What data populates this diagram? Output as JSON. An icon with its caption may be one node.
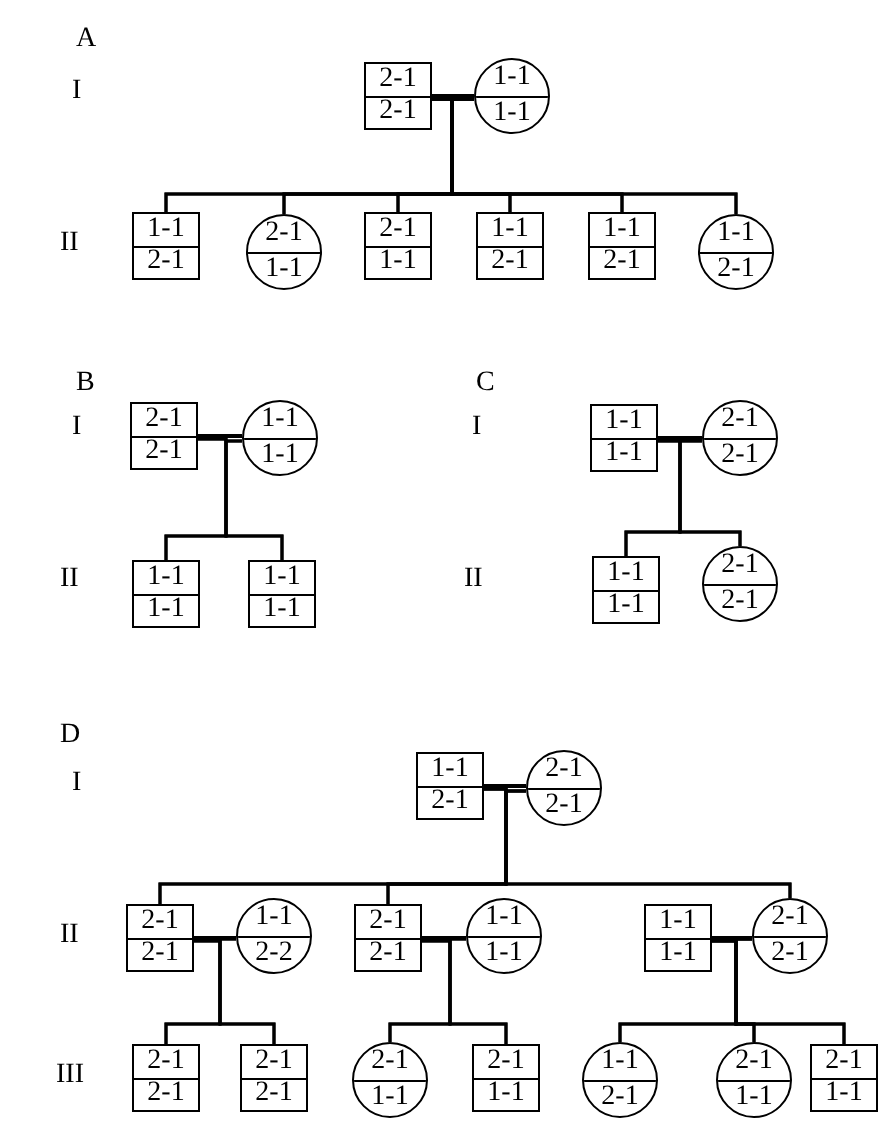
{
  "diagram": {
    "nodes": [
      {
        "text": [
          "2-1",
          "2-1"
        ]
      },
      {
        "text": [
          "1-1",
          "1-1"
        ]
      },
      {
        "text": [
          "1-1",
          "2-1"
        ]
      },
      {
        "text": [
          "2-1",
          "1-1"
        ]
      },
      {
        "text": [
          "2-1",
          "1-1"
        ]
      },
      {
        "text": [
          "1-1",
          "2-1"
        ]
      },
      {
        "text": [
          "1-1",
          "2-1"
        ]
      },
      {
        "text": [
          "1-1",
          "2-1"
        ]
      },
      {
        "text": [
          "2-1",
          "2-1"
        ]
      },
      {
        "text": [
          "1-1",
          "1-1"
        ]
      },
      {
        "text": [
          "1-1",
          "1-1"
        ]
      },
      {
        "text": [
          "1-1",
          "1-1"
        ]
      },
      {
        "text": [
          "1-1",
          "1-1"
        ]
      },
      {
        "text": [
          "2-1",
          "2-1"
        ]
      },
      {
        "text": [
          "1-1",
          "1-1"
        ]
      },
      {
        "text": [
          "2-1",
          "2-1"
        ]
      },
      {
        "text": [
          "1-1",
          "2-1"
        ]
      },
      {
        "text": [
          "2-1",
          "2-1"
        ]
      },
      {
        "text": [
          "2-1",
          "2-1"
        ]
      },
      {
        "text": [
          "1-1",
          "2-2"
        ]
      },
      {
        "text": [
          "2-1",
          "2-1"
        ]
      },
      {
        "text": [
          "1-1",
          "1-1"
        ]
      },
      {
        "text": [
          "1-1",
          "1-1"
        ]
      },
      {
        "text": [
          "2-1",
          "2-1"
        ]
      },
      {
        "text": [
          "2-1",
          "2-1"
        ]
      },
      {
        "text": [
          "2-1",
          "2-1"
        ]
      },
      {
        "text": [
          "2-1",
          "1-1"
        ]
      },
      {
        "text": [
          "2-1",
          "1-1"
        ]
      },
      {
        "text": [
          "1-1",
          "2-1"
        ]
      },
      {
        "text": [
          "2-1",
          "1-1"
        ]
      },
      {
        "text": [
          "2-1",
          "1-1"
        ]
      }
    ],
    "edges": [
      {
        "from": 0,
        "to": 1,
        "arrow": "none"
      },
      {
        "from": 0,
        "to": 2,
        "arrow": "none"
      },
      {
        "from": 1,
        "to": 2,
        "arrow": "none"
      },
      {
        "from": 0,
        "to": 3,
        "arrow": "none"
      },
      {
        "from": 1,
        "to": 3,
        "arrow": "none"
      },
      {
        "from": 0,
        "to": 4,
        "arrow": "none"
      },
      {
        "from": 1,
        "to": 4,
        "arrow": "none"
      },
      {
        "from": 0,
        "to": 5,
        "arrow": "none"
      },
      {
        "from": 1,
        "to": 5,
        "arrow": "none"
      },
      {
        "from": 0,
        "to": 6,
        "arrow": "none"
      },
      {
        "from": 1,
        "to": 6,
        "arrow": "none"
      },
      {
        "from": 0,
        "to": 7,
        "arrow": "none"
      },
      {
        "from": 1,
        "to": 7,
        "arrow": "none"
      },
      {
        "from": 8,
        "to": 9,
        "arrow": "none"
      },
      {
        "from": 8,
        "to": 10,
        "arrow": "none"
      },
      {
        "from": 9,
        "to": 10,
        "arrow": "none"
      },
      {
        "from": 8,
        "to": 11,
        "arrow": "none"
      },
      {
        "from": 9,
        "to": 11,
        "arrow": "none"
      },
      {
        "from": 12,
        "to": 13,
        "arrow": "none"
      },
      {
        "from": 12,
        "to": 14,
        "arrow": "none"
      },
      {
        "from": 13,
        "to": 14,
        "arrow": "none"
      },
      {
        "from": 12,
        "to": 15,
        "arrow": "none"
      },
      {
        "from": 13,
        "to": 15,
        "arrow": "none"
      },
      {
        "from": 16,
        "to": 17,
        "arrow": "none"
      },
      {
        "from": 16,
        "to": 18,
        "arrow": "none"
      },
      {
        "from": 17,
        "to": 18,
        "arrow": "none"
      },
      {
        "from": 16,
        "to": 20,
        "arrow": "none"
      },
      {
        "from": 17,
        "to": 20,
        "arrow": "none"
      },
      {
        "from": 16,
        "to": 23,
        "arrow": "none"
      },
      {
        "from": 17,
        "to": 23,
        "arrow": "none"
      },
      {
        "from": 18,
        "to": 19,
        "arrow": "none"
      },
      {
        "from": 18,
        "to": 24,
        "arrow": "none"
      },
      {
        "from": 19,
        "to": 24,
        "arrow": "none"
      },
      {
        "from": 18,
        "to": 25,
        "arrow": "none"
      },
      {
        "from": 19,
        "to": 25,
        "arrow": "none"
      },
      {
        "from": 20,
        "to": 21,
        "arrow": "none"
      },
      {
        "from": 20,
        "to": 26,
        "arrow": "none"
      },
      {
        "from": 21,
        "to": 26,
        "arrow": "none"
      },
      {
        "from": 20,
        "to": 27,
        "arrow": "none"
      },
      {
        "from": 21,
        "to": 27,
        "arrow": "none"
      },
      {
        "from": 22,
        "to": 23,
        "arrow": "none"
      },
      {
        "from": 22,
        "to": 28,
        "arrow": "none"
      },
      {
        "from": 23,
        "to": 28,
        "arrow": "none"
      },
      {
        "from": 22,
        "to": 29,
        "arrow": "none"
      },
      {
        "from": 23,
        "to": 29,
        "arrow": "none"
      },
      {
        "from": 22,
        "to": 30,
        "arrow": "none"
      },
      {
        "from": 23,
        "to": 30,
        "arrow": "none"
      }
    ],
    "labels": [
      "A",
      "I",
      "II",
      "B",
      "I",
      "II",
      "C",
      "I",
      "II",
      "D",
      "I",
      "II",
      "III"
    ]
  }
}
